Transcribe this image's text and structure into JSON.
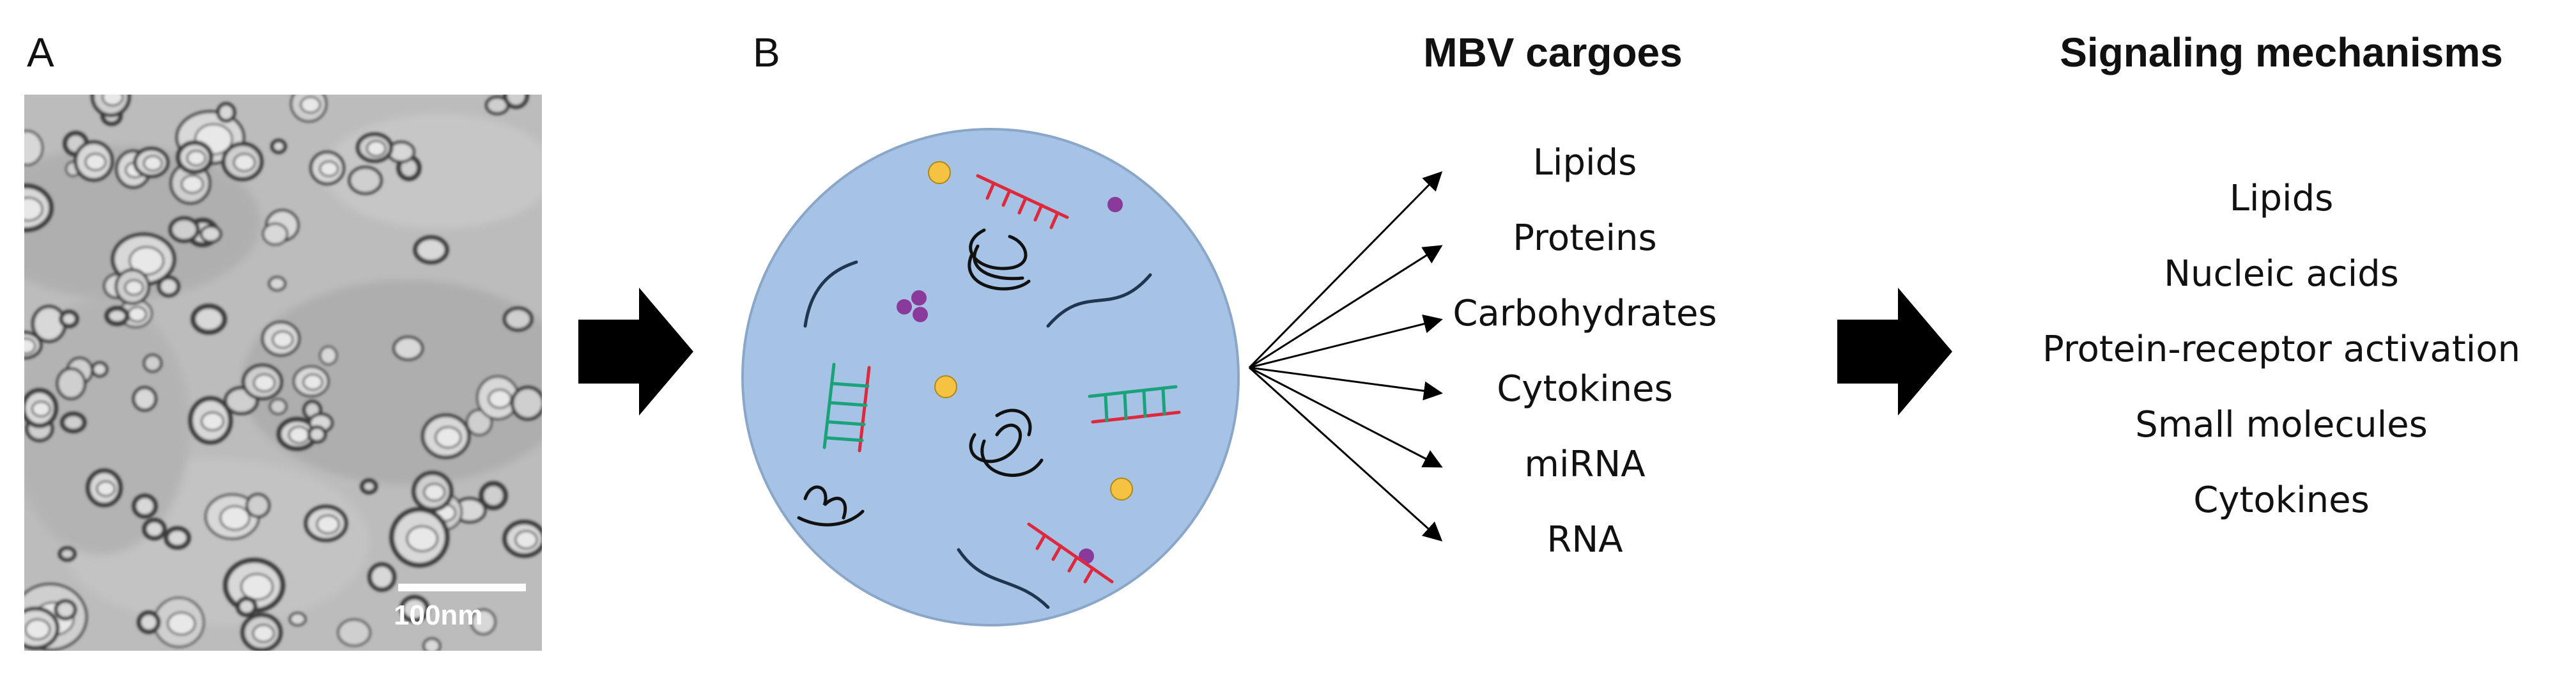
{
  "panels": {
    "a": {
      "letter": "A",
      "scale_bar_label": "100nm"
    },
    "b": {
      "letter": "B"
    }
  },
  "cargoes": {
    "title": "MBV cargoes",
    "items": [
      "Lipids",
      "Proteins",
      "Carbohydrates",
      "Cytokines",
      "miRNA",
      "RNA"
    ]
  },
  "signaling": {
    "title": "Signaling mechanisms",
    "items": [
      "Lipids",
      "Nucleic acids",
      "Protein-receptor activation",
      "Small molecules",
      "Cytokines"
    ]
  },
  "colors": {
    "vesicle_fill": "#a6c3e6",
    "vesicle_edge": "#8aa6c8",
    "rna_red": "#e0283c",
    "rna_green": "#1aa37a",
    "lipid_yellow": "#f5c242",
    "dot_purple": "#8a3a9a",
    "strand_dark": "#1f3550"
  },
  "icons": [
    "block-arrow-right-icon",
    "vesicle-icon",
    "thin-arrow-icon"
  ]
}
